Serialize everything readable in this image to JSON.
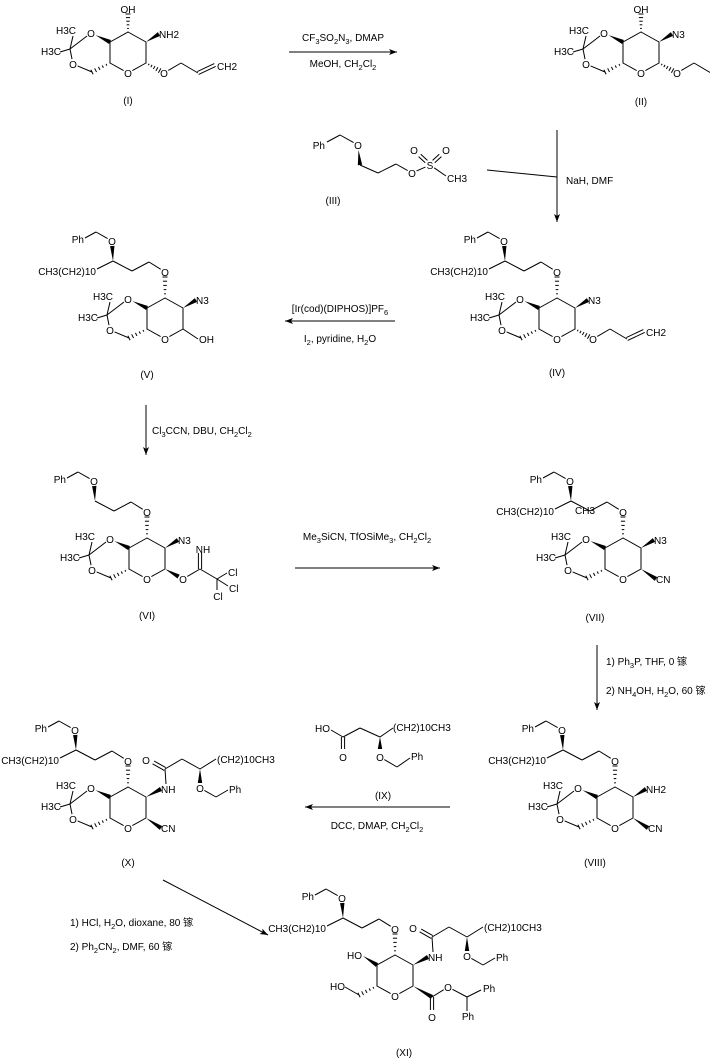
{
  "atoms": {
    "O": "O",
    "OH": "OH",
    "HO": "HO",
    "NH2": "NH2",
    "N3": "N3",
    "CN": "CN",
    "NH": "NH",
    "Cl": "Cl",
    "Ph": "Ph",
    "H3C": "H3C",
    "CH2": "CH2",
    "CH3": "CH3",
    "S": "S",
    "alkyl_left": "CH3(CH2)10",
    "alkyl_right": "(CH2)10CH3"
  },
  "compounds": {
    "I": "(I)",
    "II": "(II)",
    "III": "(III)",
    "IV": "(IV)",
    "V": "(V)",
    "VI": "(VI)",
    "VII": "(VII)",
    "VIII": "(VIII)",
    "IX": "(IX)",
    "X": "(X)",
    "XI": "(XI)"
  },
  "steps": [
    {
      "from": "I",
      "to": "II",
      "reagents": [
        "CF3SO2N3, DMAP",
        "MeOH, CH2Cl2"
      ]
    },
    {
      "from": "II",
      "to": "IV",
      "reagents": [
        "NaH, DMF"
      ]
    },
    {
      "from": "IV",
      "to": "V",
      "reagents": [
        "[Ir(cod)(DIPHOS)]PF6",
        "I2, pyridine, H2O"
      ]
    },
    {
      "from": "V",
      "to": "VI",
      "reagents": [
        "Cl3CCN, DBU, CH2Cl2"
      ]
    },
    {
      "from": "VI",
      "to": "VII",
      "reagents": [
        "Me3SiCN, TfOSiMe3, CH2Cl2"
      ]
    },
    {
      "from": "VII",
      "to": "VIII",
      "reagents": [
        "1) Ph3P, THF, 0 镓",
        "2) NH4OH, H2O, 60 镓"
      ]
    },
    {
      "from": "VIII",
      "to": "X",
      "reagents": [
        "DCC, DMAP, CH2Cl2"
      ]
    },
    {
      "from": "X",
      "to": "XI",
      "reagents": [
        "1) HCl, H2O, dioxane, 80 镓",
        "2) Ph2CN2, DMF, 60 镓"
      ]
    }
  ]
}
